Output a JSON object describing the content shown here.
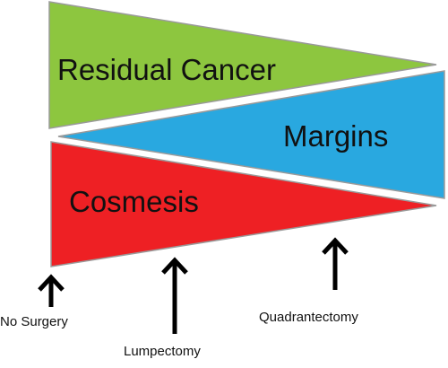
{
  "diagram": {
    "wedges": [
      {
        "id": "residual-cancer",
        "label": "Residual Cancer",
        "color": "#8dc63f"
      },
      {
        "id": "margins",
        "label": "Margins",
        "color": "#29a8e0"
      },
      {
        "id": "cosmesis",
        "label": "Cosmesis",
        "color": "#ee2024"
      }
    ],
    "markers": [
      {
        "id": "no-surgery",
        "label": "No Surgery"
      },
      {
        "id": "lumpectomy",
        "label": "Lumpectomy"
      },
      {
        "id": "quadrantectomy",
        "label": "Quadrantectomy"
      }
    ],
    "outline_color": "#999999",
    "arrow_color": "#000000"
  }
}
